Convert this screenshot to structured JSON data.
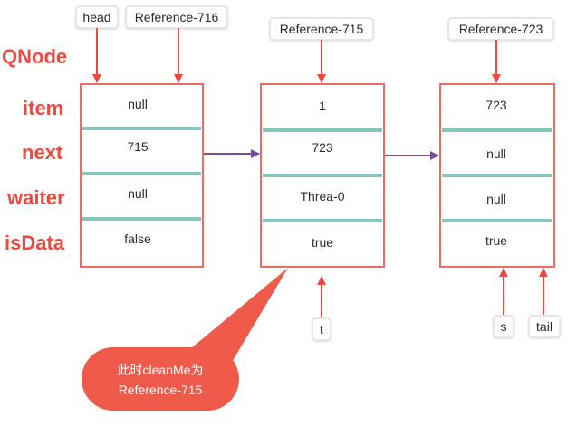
{
  "diagram": {
    "title": "QNode",
    "fields": [
      "item",
      "next",
      "waiter",
      "isData"
    ],
    "pointers": {
      "head": "head",
      "ref716": "Reference-716",
      "ref715": "Reference-715",
      "ref723": "Reference-723",
      "t": "t",
      "s": "s",
      "tail": "tail"
    },
    "nodes": [
      {
        "values": [
          "null",
          "715",
          "null",
          "false"
        ]
      },
      {
        "values": [
          "1",
          "723",
          "Threa-0",
          "true"
        ]
      },
      {
        "values": [
          "723",
          "null",
          "null",
          "true"
        ],
        "highlight": [
          true,
          false,
          true,
          false
        ]
      }
    ],
    "callout": {
      "line1": "此时cleanMe为",
      "line2": "Reference-715"
    },
    "colors": {
      "accent": "#f0473e",
      "node_border": "#ee6a64",
      "separator": "#5fb3a8",
      "arrow": "#7a4a9e",
      "label_border": "#e8e3ec",
      "highlight_text": "#e2a400"
    }
  }
}
